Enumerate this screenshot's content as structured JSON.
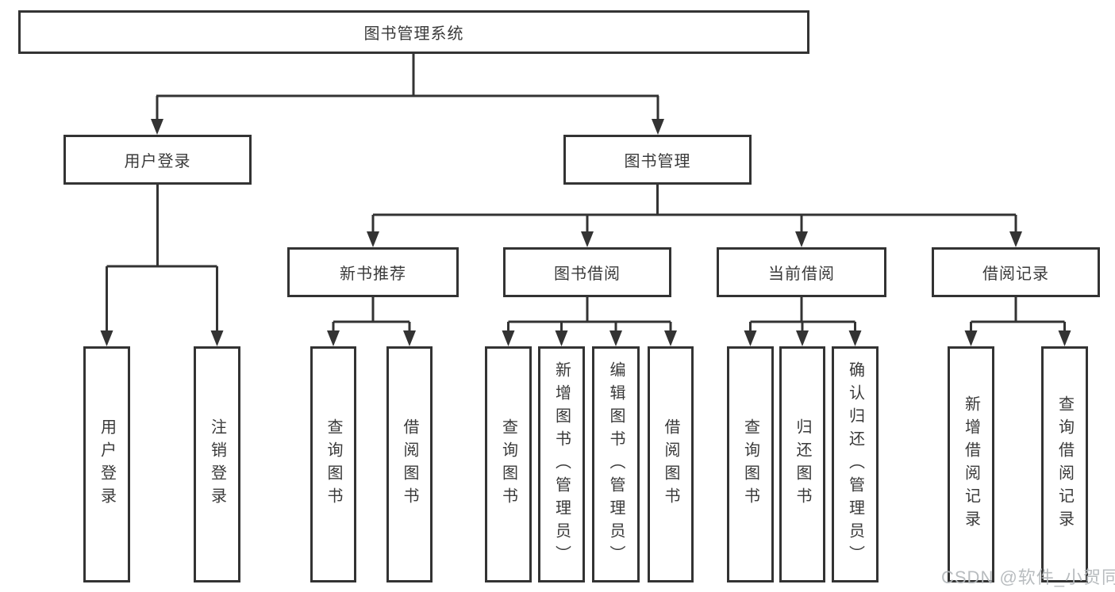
{
  "diagram_type": "functional-structure-tree",
  "tree": {
    "label": "图书管理系统",
    "children": [
      {
        "label": "用户登录",
        "children": [
          {
            "label": "用户登录"
          },
          {
            "label": "注销登录"
          }
        ]
      },
      {
        "label": "图书管理",
        "children": [
          {
            "label": "新书推荐",
            "children": [
              {
                "label": "查询图书"
              },
              {
                "label": "借阅图书"
              }
            ]
          },
          {
            "label": "图书借阅",
            "children": [
              {
                "label": "查询图书"
              },
              {
                "label": "新增图书（管理员）"
              },
              {
                "label": "编辑图书（管理员）"
              },
              {
                "label": "借阅图书"
              }
            ]
          },
          {
            "label": "当前借阅",
            "children": [
              {
                "label": "查询图书"
              },
              {
                "label": "归还图书"
              },
              {
                "label": "确认归还（管理员）"
              }
            ]
          },
          {
            "label": "借阅记录",
            "children": [
              {
                "label": "新增借阅记录"
              },
              {
                "label": "查询借阅记录"
              }
            ]
          }
        ]
      }
    ]
  },
  "watermark": "CSDN @软件_小贺同学",
  "colors": {
    "line": "#333333",
    "text": "#3a3a3a",
    "background": "#ffffff",
    "watermark": "#b4b8bc"
  }
}
